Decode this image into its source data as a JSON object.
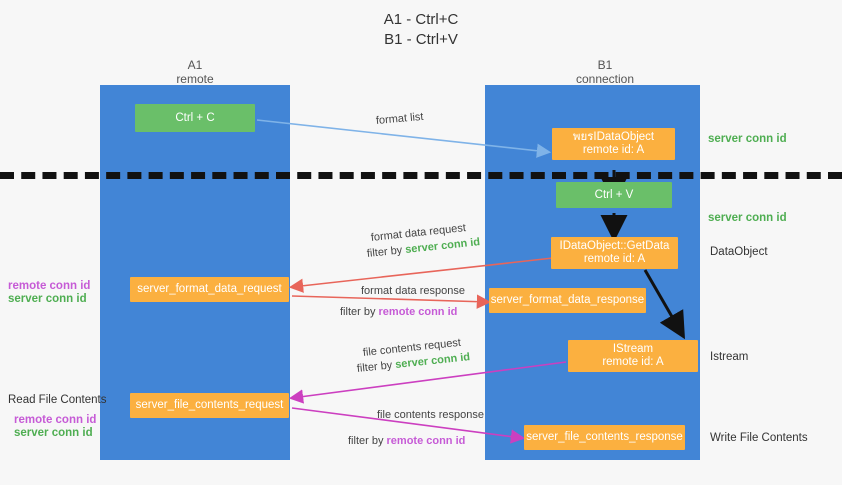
{
  "title": {
    "line1": "A1 - Ctrl+C",
    "line2": "B1 - Ctrl+V"
  },
  "columns": [
    {
      "name": "A1",
      "sub": "remote"
    },
    {
      "name": "B1",
      "sub": "connection"
    }
  ],
  "boxes": {
    "ctrl_c": "Ctrl + C",
    "ctrl_v": "Ctrl + V",
    "ole_idataobject": {
      "line1": "พยรIDataObject",
      "line2": "remote id: A"
    },
    "getdata": {
      "line1": "IDataObject::GetData",
      "line2": "remote id: A"
    },
    "istream": {
      "line1": "IStream",
      "line2": "remote id: A"
    },
    "server_format_data_request": "server_format_data_request",
    "server_format_data_response": "server_format_data_response",
    "server_file_contents_request": "server_file_contents_request",
    "server_file_contents_response": "server_file_contents_response"
  },
  "right_labels": {
    "conn_id_top": "server conn id",
    "conn_id_mid": "server conn id",
    "dataobject": "DataObject",
    "istream": "Istream",
    "write_file_contents": "Write File Contents"
  },
  "left_labels": {
    "remote_conn_id_1": "remote conn id",
    "server_conn_id_1": "server conn id",
    "read_file_contents": "Read File Contents",
    "remote_conn_id_2": "remote conn id",
    "server_conn_id_2": "server conn id"
  },
  "annotations": {
    "format_list": "format list",
    "format_data_request": "format data request",
    "format_data_request_filter_prefix": "filter by ",
    "format_data_request_filter_value": "server conn id",
    "format_data_response": "format data response",
    "format_data_response_filter_prefix": "filter by ",
    "format_data_response_filter_value": "remote conn id",
    "file_contents_request": "file contents request",
    "file_contents_request_filter_prefix": "filter by ",
    "file_contents_request_filter_value": "server conn id",
    "file_contents_response": "file contents response",
    "file_contents_response_filter_prefix": "filter by ",
    "file_contents_response_filter_value": "remote conn id"
  },
  "colors": {
    "lane": "#4285d6",
    "orange": "#fbb040",
    "green_box": "#6abf69",
    "green_text": "#4fae52",
    "purple_text": "#c65bd6",
    "red_arrow": "#e8655a",
    "magenta_arrow": "#cc3fc0",
    "blue_arrow": "#7fb3e8",
    "black_arrow": "#111111"
  }
}
